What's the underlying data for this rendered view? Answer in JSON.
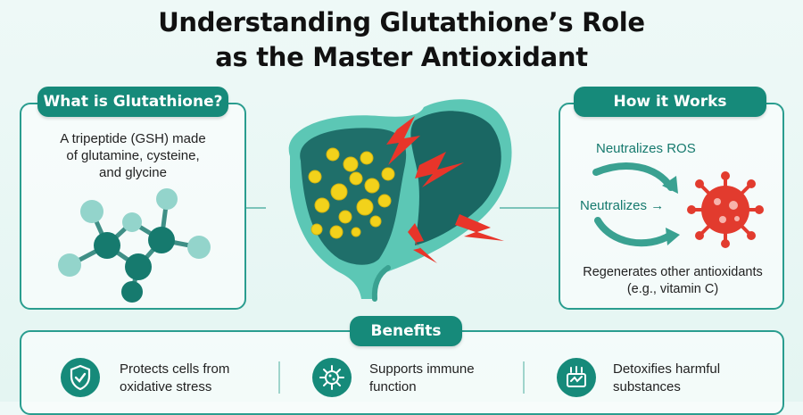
{
  "title": {
    "line1": "Understanding Glutathione’s Role",
    "line2": "as the Master Antioxidant"
  },
  "left_panel": {
    "heading": "What is Glutathione?",
    "lines": [
      "A tripeptide (GSH) made",
      "of glutamine, cysteine,",
      "and glycine"
    ]
  },
  "right_panel": {
    "heading": "How it Works",
    "ros_label": "Neutralizes ROS",
    "neutralizes_label": "Neutralizes →",
    "regen_lines": [
      "Regenerates other antioxidants",
      "(e.g., vitamin C)"
    ]
  },
  "benefits": {
    "heading": "Benefits",
    "items": [
      {
        "lines": [
          "Protects cells from",
          "oxidative stress"
        ],
        "icon": "shield-check-icon"
      },
      {
        "lines": [
          "Supports immune",
          "function"
        ],
        "icon": "immune-cell-icon"
      },
      {
        "lines": [
          "Detoxifies harmful",
          "substances"
        ],
        "icon": "detox-icon"
      }
    ]
  },
  "colors": {
    "teal": "#168a7a",
    "liver_fill": "#1f6f6a",
    "liver_edge": "#5cc7b5",
    "granule": "#f2d21b",
    "bolt": "#e8352a",
    "virus": "#e23b2e"
  }
}
